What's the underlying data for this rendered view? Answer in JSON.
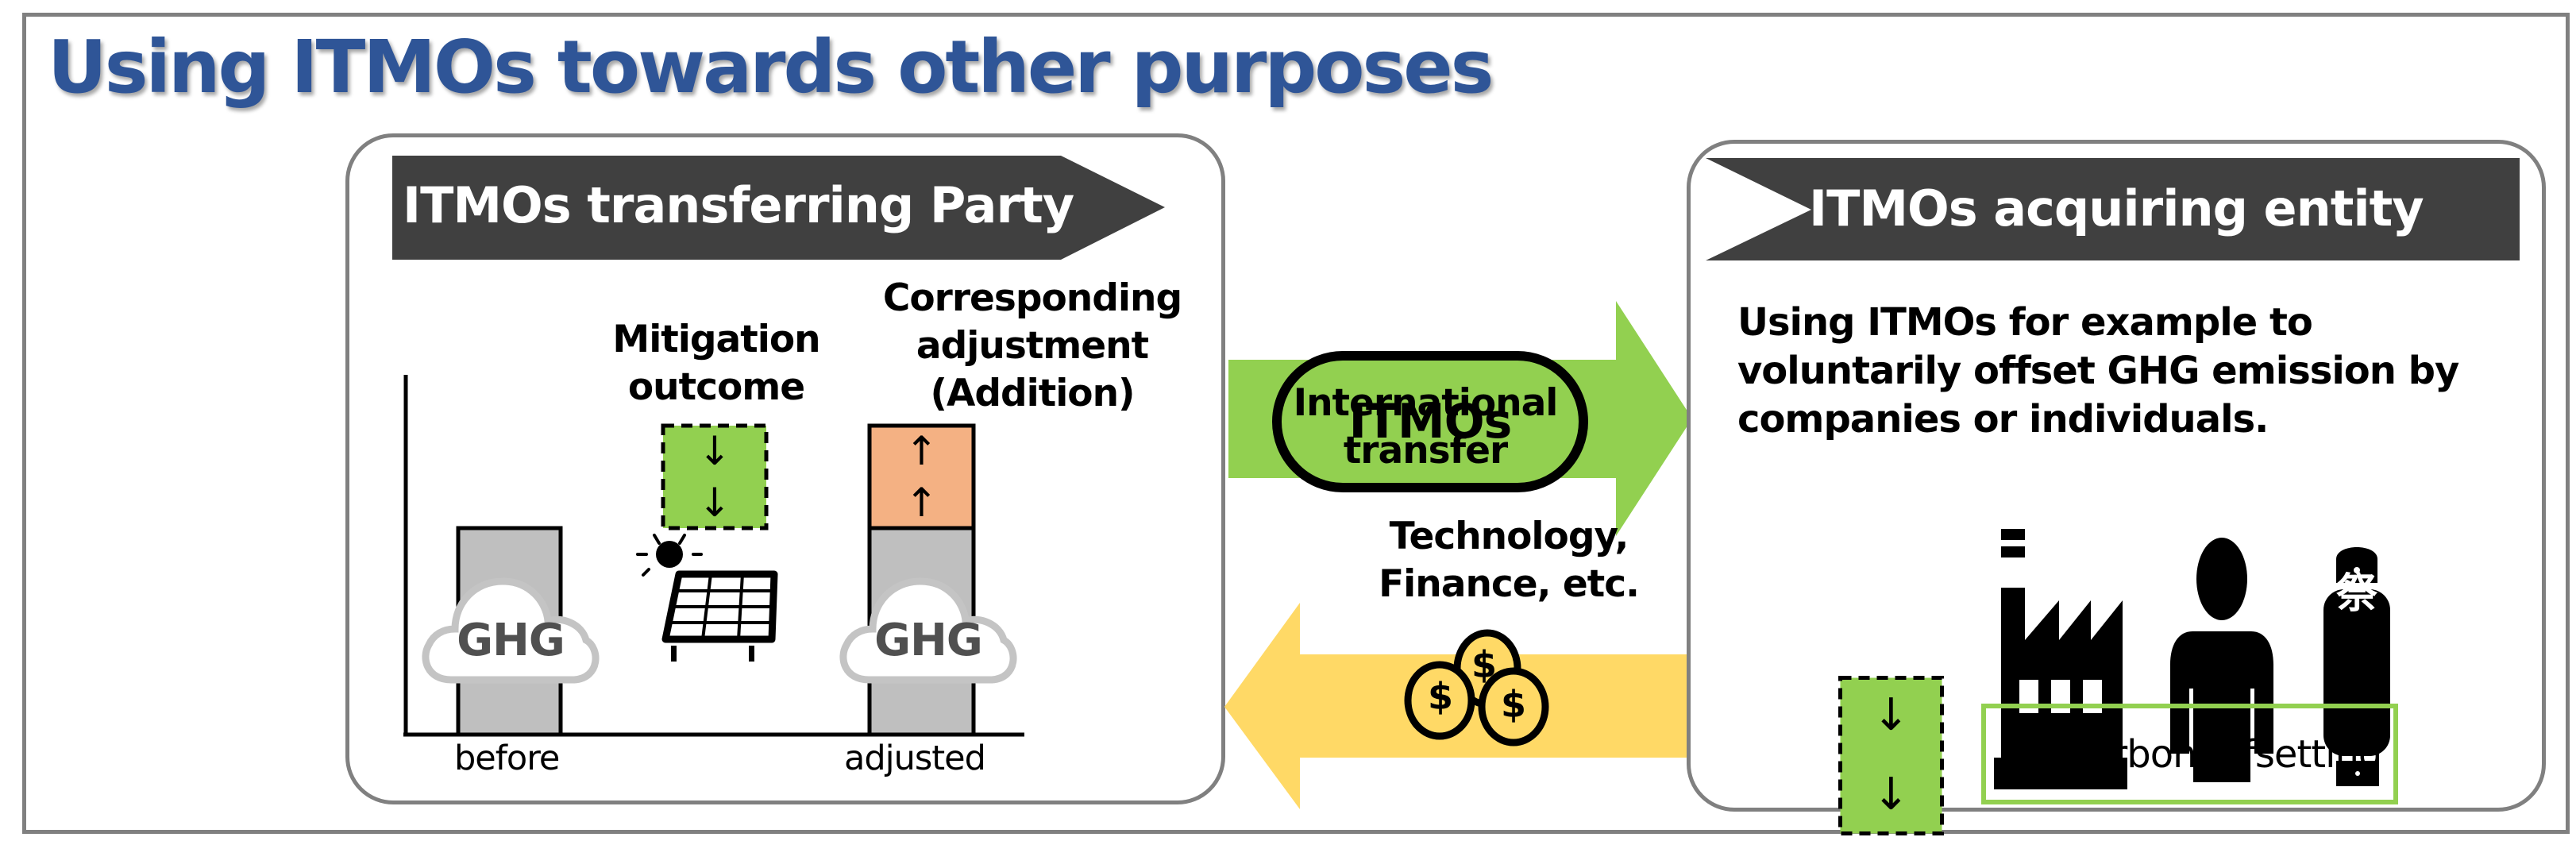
{
  "title": "Using ITMOs towards other purposes",
  "colors": {
    "title": "#2f5597",
    "header_bg": "#404040",
    "green": "#92d050",
    "orange": "#f4b183",
    "yellow": "#ffd966",
    "bar_gray": "#bfbfbf",
    "panel_border": "#808080"
  },
  "left_panel": {
    "header": "ITMOs transferring Party",
    "mitigation_label": [
      "Mitigation",
      "outcome"
    ],
    "adjustment_label": [
      "Corresponding",
      "adjustment",
      "(Addition)"
    ],
    "cloud_label": "GHG",
    "down_arrow": "↓",
    "up_arrow": "↑",
    "x_labels": [
      "before",
      "adjusted"
    ]
  },
  "middle": {
    "itmos_pill": "ITMOs",
    "transfer_label": [
      "International",
      "transfer"
    ],
    "return_label": [
      "Technology,",
      "Finance, etc."
    ],
    "coin_symbol": "$"
  },
  "right_panel": {
    "header": "ITMOs acquiring entity",
    "description": [
      "Using ITMOs for example to",
      "voluntarily offset GHG emission by",
      "companies or individuals."
    ],
    "icons": [
      "factory-icon",
      "person-icon",
      "lantern-icon"
    ],
    "lantern_char": "祭",
    "down_arrow": "↓",
    "legend": "↓ : Carbon offsetting"
  }
}
